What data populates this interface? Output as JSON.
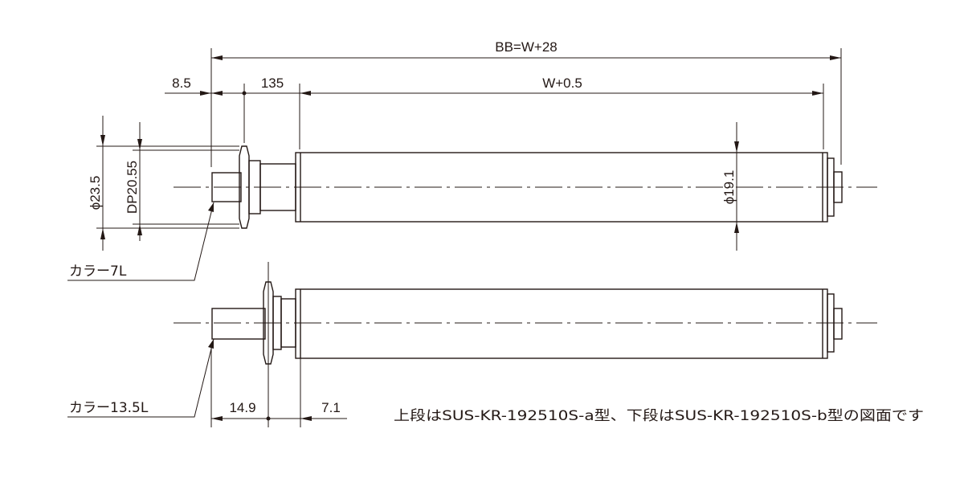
{
  "dimensions": {
    "overall_bb": "BB=W+28",
    "left_offset": "8.5",
    "shaft_length": "135",
    "tube_length": "W+0.5",
    "collar_outer_dia": "ϕ23.5",
    "pitch_dia": "DP20.55",
    "tube_dia": "ϕ19.1",
    "bottom_left": "14.9",
    "bottom_right": "7.1"
  },
  "labels": {
    "collar_top": "カラー7L",
    "collar_bottom": "カラー13.5L"
  },
  "note": "上段はSUS-KR-192510S-a型、下段はSUS-KR-192510S-b型の図面です"
}
